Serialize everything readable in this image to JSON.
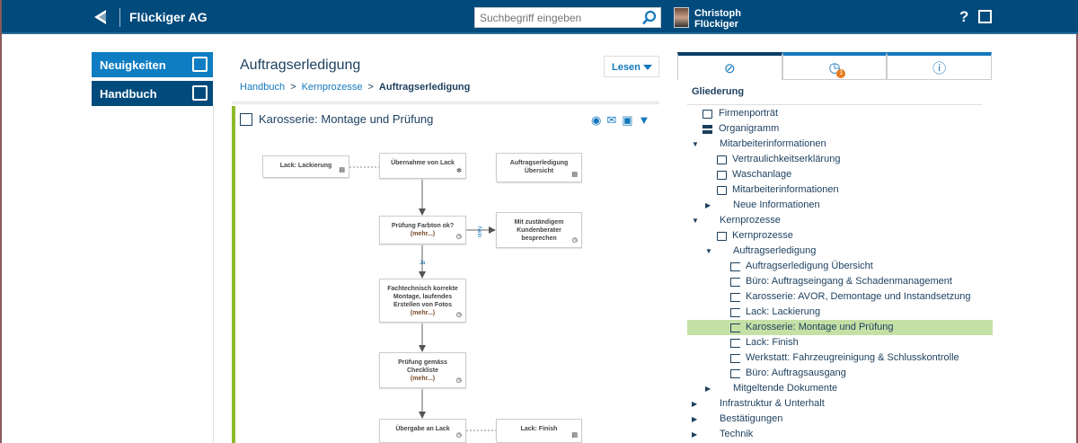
{
  "header": {
    "brand": "Flückiger AG",
    "search_placeholder": "Suchbegriff eingeben",
    "user_first": "Christoph",
    "user_last": "Flückiger",
    "help": "?"
  },
  "nav": [
    {
      "label": "Neuigkeiten",
      "icon": "newspaper-icon",
      "color": "#0f7dc2"
    },
    {
      "label": "Handbuch",
      "icon": "edit-icon",
      "color": "#004a7c"
    }
  ],
  "main": {
    "title": "Auftragserledigung",
    "breadcrumb": [
      "Handbuch",
      "Kernprozesse",
      "Auftragserledigung"
    ],
    "breadcrumb_sep": ">",
    "mode": "Lesen",
    "card_title": "Karosserie: Montage und Prüfung"
  },
  "diagram": {
    "nodes": [
      {
        "id": "lack",
        "lines": [
          "Lack: Lackierung"
        ],
        "icon": "document-icon"
      },
      {
        "id": "uebernahme",
        "lines": [
          "Übernahme von Lack"
        ],
        "icon": "gear-icon"
      },
      {
        "id": "uebersicht",
        "lines": [
          "Auftragserledigung",
          "Übersicht"
        ],
        "icon": "document-icon"
      },
      {
        "id": "farbton",
        "lines": [
          "Prüfung Farbton ok?",
          "(mehr...)"
        ],
        "icon": "clock-icon"
      },
      {
        "id": "kundenberater",
        "lines": [
          "Mit zuständigem",
          "Kundenberater",
          "besprechen"
        ],
        "icon": "clock-icon"
      },
      {
        "id": "montage",
        "lines": [
          "Fachtechnisch korrekte",
          "Montage, laufendes",
          "Erstellen von Fotos",
          "(mehr...)"
        ],
        "icon": "clock-icon"
      },
      {
        "id": "checkliste",
        "lines": [
          "Prüfung gemäss",
          "Checkliste",
          "(mehr...)"
        ],
        "icon": "clock-icon"
      },
      {
        "id": "uebergabe",
        "lines": [
          "Übergabe an Lack"
        ],
        "icon": "clock-icon"
      },
      {
        "id": "finish",
        "lines": [
          "Lack: Finish"
        ],
        "icon": "document-icon"
      }
    ],
    "label_nein": "Nein",
    "label_ja": "Ja"
  },
  "panel": {
    "tabs": [
      {
        "icon": "compass-icon"
      },
      {
        "icon": "clock-icon",
        "badge": "1"
      },
      {
        "icon": "info-icon"
      }
    ],
    "heading": "Gliederung",
    "tree": [
      {
        "label": "Firmenporträt",
        "level": 0,
        "type": "doc"
      },
      {
        "label": "Organigramm",
        "level": 0,
        "type": "org"
      },
      {
        "label": "Mitarbeiterinformationen",
        "level": 0,
        "type": "folder",
        "state": "open"
      },
      {
        "label": "Vertraulichkeitserklärung",
        "level": 1,
        "type": "doc"
      },
      {
        "label": "Waschanlage",
        "level": 1,
        "type": "doc"
      },
      {
        "label": "Mitarbeiterinformationen",
        "level": 1,
        "type": "doc"
      },
      {
        "label": "Neue Informationen",
        "level": 1,
        "type": "folder",
        "state": "closed"
      },
      {
        "label": "Kernprozesse",
        "level": 0,
        "type": "folder",
        "state": "open"
      },
      {
        "label": "Kernprozesse",
        "level": 1,
        "type": "doc"
      },
      {
        "label": "Auftragserledigung",
        "level": 1,
        "type": "folder",
        "state": "open"
      },
      {
        "label": "Auftragserledigung Übersicht",
        "level": 2,
        "type": "proc"
      },
      {
        "label": "Büro: Auftragseingang & Schadenmanagement",
        "level": 2,
        "type": "proc"
      },
      {
        "label": "Karosserie: AVOR, Demontage und Instandsetzung",
        "level": 2,
        "type": "proc"
      },
      {
        "label": "Lack: Lackierung",
        "level": 2,
        "type": "proc"
      },
      {
        "label": "Karosserie: Montage und Prüfung",
        "level": 2,
        "type": "proc",
        "selected": true
      },
      {
        "label": "Lack: Finish",
        "level": 2,
        "type": "proc"
      },
      {
        "label": "Werkstatt: Fahrzeugreinigung & Schlusskontrolle",
        "level": 2,
        "type": "proc"
      },
      {
        "label": "Büro: Auftragsausgang",
        "level": 2,
        "type": "proc"
      },
      {
        "label": "Mitgeltende Dokumente",
        "level": 1,
        "type": "folder",
        "state": "closed"
      },
      {
        "label": "Infrastruktur & Unterhalt",
        "level": 0,
        "type": "folder",
        "state": "closed"
      },
      {
        "label": "Bestätigungen",
        "level": 0,
        "type": "folder",
        "state": "closed"
      },
      {
        "label": "Technik",
        "level": 0,
        "type": "folder",
        "state": "closed"
      }
    ]
  },
  "colors": {
    "header": "#004a7c",
    "accent": "#1478be",
    "selected": "#c5e0a5",
    "green_bar": "#8dbb2b",
    "badge": "#e87a1e"
  }
}
